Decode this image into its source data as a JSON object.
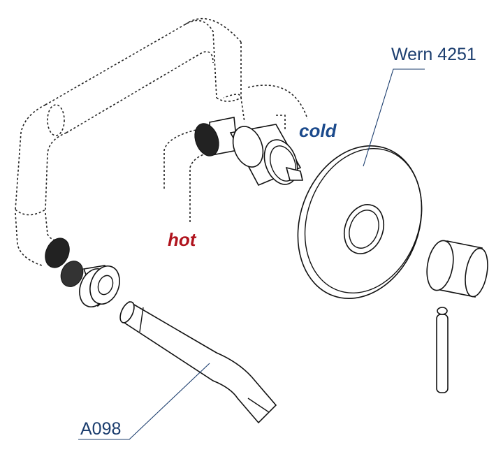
{
  "labels": {
    "mixer_model": "Wern 4251",
    "spout_model": "A098",
    "cold": "cold",
    "hot": "hot"
  },
  "colors": {
    "part_label": "#1b3d6e",
    "cold": "#1b4a8c",
    "hot": "#b0141e"
  }
}
